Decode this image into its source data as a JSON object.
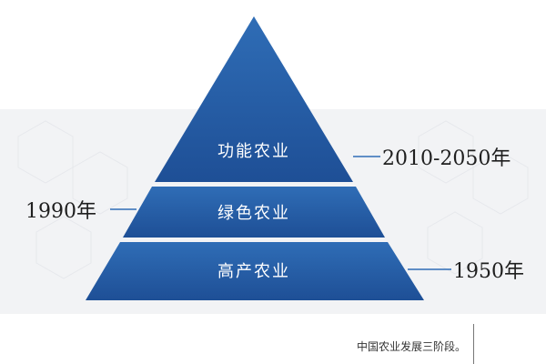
{
  "pyramid": {
    "levels": [
      {
        "label": "功能农业"
      },
      {
        "label": "绿色农业"
      },
      {
        "label": "高产农业"
      }
    ]
  },
  "dates": {
    "top": "2010-2050年",
    "middle": "1990年",
    "bottom": "1950年"
  },
  "caption": "中国农业发展三阶段。",
  "colors": {
    "pyramid_top": "#2F6DB6",
    "pyramid_bottom": "#1E4F96",
    "connector": "#2F6DB6",
    "background_band": "#F2F3F5"
  }
}
